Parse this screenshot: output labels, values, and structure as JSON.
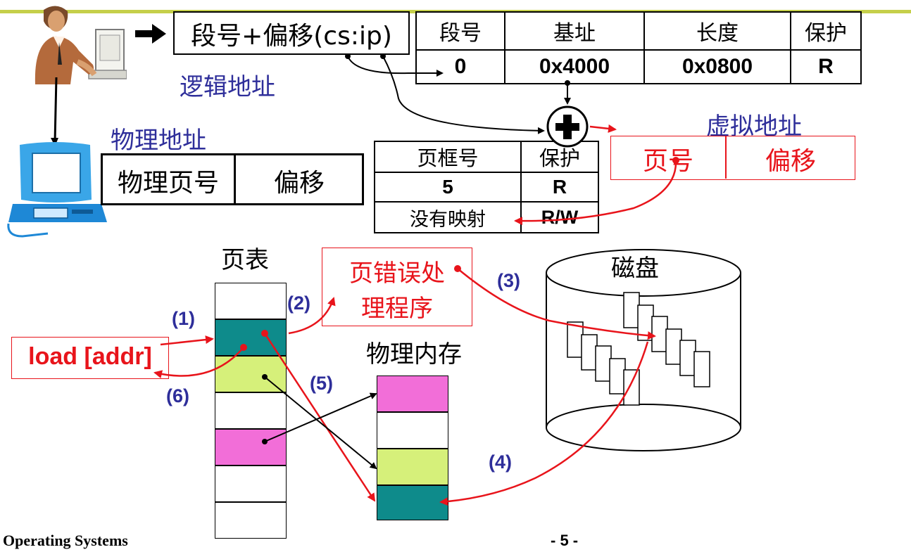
{
  "logical": {
    "segment_offset_text": "段号+偏移(cs:ip)",
    "label": "逻辑地址"
  },
  "segment_table": {
    "headers": [
      "段号",
      "基址",
      "长度",
      "保护"
    ],
    "row": [
      "0",
      "0x4000",
      "0x0800",
      "R"
    ]
  },
  "virtual": {
    "label": "虚拟地址",
    "page": "页号",
    "offset": "偏移"
  },
  "physical": {
    "label": "物理地址",
    "page": "物理页号",
    "offset": "偏移"
  },
  "page_table_small": {
    "headers": [
      "页框号",
      "保护"
    ],
    "rows": [
      [
        "5",
        "R"
      ],
      [
        "没有映射",
        "R/W"
      ]
    ]
  },
  "page_table_label": "页表",
  "fault_handler": [
    "页错误处",
    "理程序"
  ],
  "disk_label": "磁盘",
  "memory_label": "物理内存",
  "load_instruction": "load [addr]",
  "steps": [
    "(1)",
    "(2)",
    "(3)",
    "(4)",
    "(5)",
    "(6)"
  ],
  "footer": {
    "course": "Operating Systems",
    "page": "- 5 -"
  },
  "colors": {
    "accent_bar": "#c5cf4a",
    "blue_text": "#2e2e9a",
    "red": "#e8141b",
    "teal": "#0e8b8b",
    "lime": "#d6f07a",
    "magenta": "#f26ed8"
  },
  "icons": [
    "person-at-computer-icon",
    "computer-icon",
    "plus-circle-icon",
    "right-arrow-icon",
    "disk-cylinder-icon"
  ]
}
